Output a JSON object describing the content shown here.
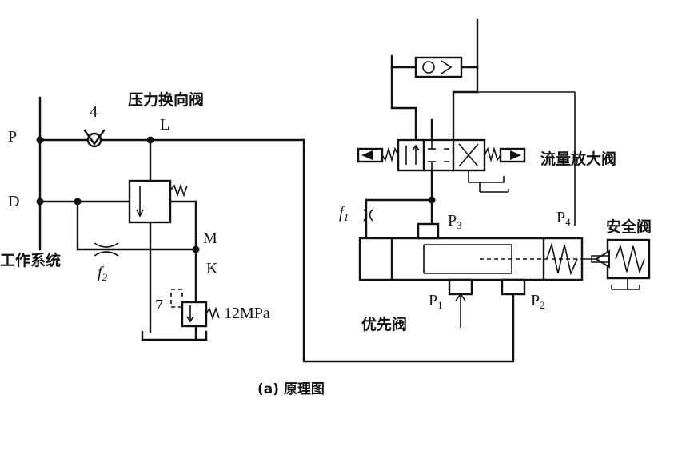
{
  "labels": {
    "P": "P",
    "D": "D",
    "L": "L",
    "M": "M",
    "K": "K",
    "num4": "4",
    "num7": "7",
    "pressure": "12MPa",
    "f2_base": "f",
    "f2_sub": "2",
    "f1_base": "f",
    "f1_sub": "1",
    "P1_base": "P",
    "P1_sub": "1",
    "P2_base": "P",
    "P2_sub": "2",
    "P3_base": "P",
    "P3_sub": "3",
    "P4_base": "P",
    "P4_sub": "4"
  },
  "names": {
    "pressure_switch_valve": "压力换向阀",
    "work_system": "工作系统",
    "flow_amplifier_valve": "流量放大阀",
    "priority_valve": "优先阀",
    "safety_valve": "安全阀"
  },
  "caption": "(a) 原理图"
}
